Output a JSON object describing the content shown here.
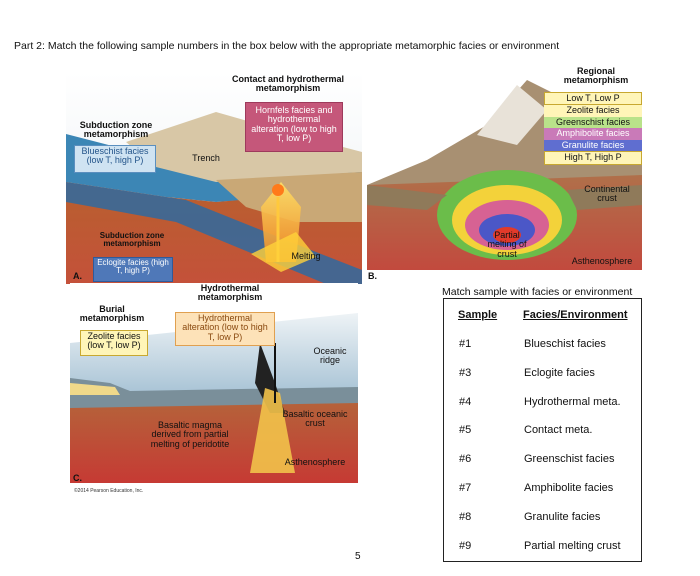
{
  "heading": "Part 2:  Match the following sample numbers in the box below with the appropriate metamorphic facies or environment",
  "page_number": "5",
  "figure_a": {
    "letter": "A.",
    "contact_title": "Contact and hydrothermal metamorphism",
    "hornfels_box": "Hornfels facies and hydrothermal alteration (low to high T, low P)",
    "subduction_title": "Subduction zone metamorphism",
    "blueschist_box": "Blueschist facies (low T, high P)",
    "trench": "Trench",
    "subduction_title2": "Subduction zone metamorphism",
    "eclogite_box": "Eclogite facies (high T, high P)",
    "melting": "Melting"
  },
  "figure_b": {
    "letter": "B.",
    "regional_title": "Regional metamorphism",
    "facies": [
      "Low T, Low P",
      "Zeolite facies",
      "Greenschist facies",
      "Amphibolite facies",
      "Granulite facies",
      "High T, High P"
    ],
    "continental_crust": "Continental crust",
    "partial_melting": "Partial melting of crust",
    "asthenosphere": "Asthenosphere"
  },
  "figure_c": {
    "letter": "C.",
    "burial_title": "Burial metamorphism",
    "zeolite_box": "Zeolite facies (low T, low P)",
    "hydro_title": "Hydrothermal metamorphism",
    "hydro_box": "Hydrothermal alteration (low to high T, low P)",
    "oceanic_ridge": "Oceanic ridge",
    "basaltic_magma": "Basaltic magma derived from partial melting of peridotite",
    "basaltic_crust": "Basaltic oceanic crust",
    "asthenosphere": "Asthenosphere",
    "copyright": "©2014 Pearson Education, Inc."
  },
  "match": {
    "title": "Match sample with facies or environment",
    "header_sample": "Sample",
    "header_facies": "Facies/Environment",
    "samples": [
      "#1",
      "#3",
      "#4",
      "#5",
      "#6",
      "#7",
      "#8",
      "#9"
    ],
    "facies": [
      "Blueschist facies",
      "Eclogite facies",
      "Hydrothermal meta.",
      "Contact meta.",
      "Greenschist facies",
      "Amphibolite facies",
      "Granulite facies",
      "Partial melting crust"
    ]
  }
}
